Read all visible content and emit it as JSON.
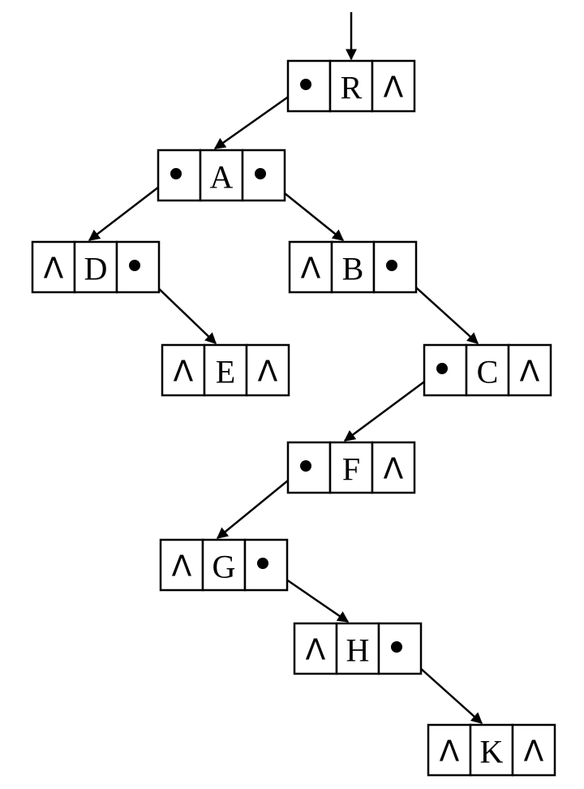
{
  "diagram": {
    "type": "binary-tree-linked-list",
    "root_pointer": "entry arrow into node R",
    "null_symbol": "Λ",
    "nodes": [
      {
        "id": "R",
        "label": "R",
        "left": "A",
        "right": null
      },
      {
        "id": "A",
        "label": "A",
        "left": "D",
        "right": "B"
      },
      {
        "id": "D",
        "label": "D",
        "left": null,
        "right": "E"
      },
      {
        "id": "B",
        "label": "B",
        "left": null,
        "right": "C"
      },
      {
        "id": "E",
        "label": "E",
        "left": null,
        "right": null
      },
      {
        "id": "C",
        "label": "C",
        "left": "F",
        "right": null
      },
      {
        "id": "F",
        "label": "F",
        "left": "G",
        "right": null
      },
      {
        "id": "G",
        "label": "G",
        "left": null,
        "right": "H"
      },
      {
        "id": "H",
        "label": "H",
        "left": null,
        "right": "K"
      },
      {
        "id": "K",
        "label": "K",
        "left": null,
        "right": null
      }
    ]
  }
}
